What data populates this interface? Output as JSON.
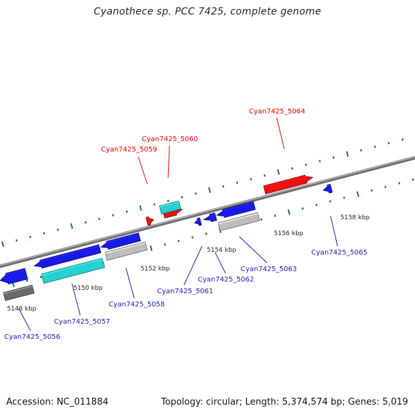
{
  "title": "Cyanothece sp. PCC 7425, complete genome",
  "accession": "Accession: NC_011884",
  "summary": "Topology: circular; Length: 5,374,574 bp; Genes: 5,019",
  "colors": {
    "backbone": "#8c8c8c",
    "tick": "#1f7a1f",
    "forward_label": "#e00000",
    "reverse_label": "#1a1ab0",
    "tick_label": "#222222"
  },
  "ticks": [
    {
      "label": "5148 kbp"
    },
    {
      "label": "5150 kbp"
    },
    {
      "label": "5152 kbp"
    },
    {
      "label": "5154 kbp"
    },
    {
      "label": "5156 kbp"
    },
    {
      "label": "5158 kbp"
    }
  ],
  "genes": [
    {
      "name": "Cyan7425_5056",
      "strand": "reverse",
      "color": "#1a1ae6"
    },
    {
      "name": "Cyan7425_5057",
      "strand": "reverse",
      "color": "#1a1ae6"
    },
    {
      "name": "Cyan7425_5058",
      "strand": "reverse",
      "color": "#1a1ae6"
    },
    {
      "name": "Cyan7425_5059",
      "strand": "forward",
      "color": "#f01010"
    },
    {
      "name": "Cyan7425_5060",
      "strand": "forward",
      "color": "#f01010"
    },
    {
      "name": "Cyan7425_5061",
      "strand": "reverse",
      "color": "#1a1ae6"
    },
    {
      "name": "Cyan7425_5062",
      "strand": "reverse",
      "color": "#1a1ae6"
    },
    {
      "name": "Cyan7425_5063",
      "strand": "reverse",
      "color": "#1a1ae6"
    },
    {
      "name": "Cyan7425_5064",
      "strand": "forward",
      "color": "#f01010"
    },
    {
      "name": "Cyan7425_5065",
      "strand": "reverse",
      "color": "#1a1ae6"
    }
  ],
  "feature_tracks": [
    {
      "color": "#28d0d0"
    },
    {
      "color": "#bdbdbd"
    },
    {
      "color": "#6a6a6a"
    }
  ]
}
